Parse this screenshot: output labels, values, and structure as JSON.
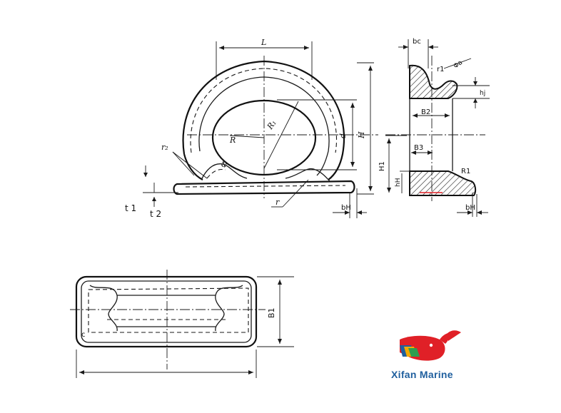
{
  "labels": {
    "L": "L",
    "R1": "R₁",
    "R": "R",
    "d": "d",
    "H": "H",
    "H1": "H1",
    "r2": "r₂",
    "r": "r",
    "t1": "t 1",
    "t2": "t 2",
    "bH_front": "bH",
    "bc": "bc",
    "r1": "r1",
    "phi_a": "Φa",
    "hj": "hj",
    "B2": "B2",
    "B3": "B3",
    "hH": "hH",
    "R1_side": "R1",
    "bH_side": "bH",
    "B1": "B1",
    "c": "c"
  },
  "brand": {
    "name": "Xifan Marine",
    "logo_colors": [
      "#e02027",
      "#1f5f9e",
      "#f2a900",
      "#2e9e4f"
    ]
  }
}
